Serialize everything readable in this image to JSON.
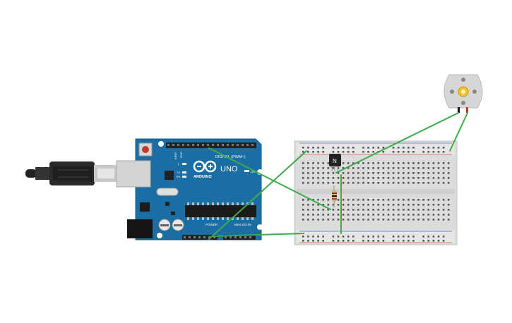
{
  "arduino": {
    "brand": "ARDUINO",
    "model": "UNO",
    "digital_label": "DIGITAL (PWM~)",
    "power_label": "POWER",
    "analog_label": "ANALOG IN",
    "aref_label": "AREF",
    "gnd_label": "GND",
    "on_label": "ON",
    "tx_label": "TX",
    "rx_label": "RX",
    "l_label": "L"
  },
  "transistor": {
    "label": "N"
  },
  "wire_color": "#3dab4a",
  "board_color": "#1b6ea3",
  "motor_color": "#d7d7d7"
}
